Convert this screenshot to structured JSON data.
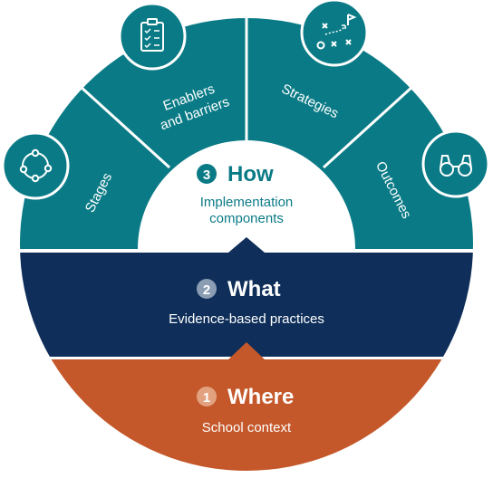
{
  "colors": {
    "how": "#0a7b86",
    "what": "#0f2f5a",
    "where": "#c4582a",
    "white": "#ffffff",
    "how_sub": "#0a7b86"
  },
  "layers": {
    "how": {
      "number": "3",
      "title": "How",
      "subtitle_line1": "Implementation",
      "subtitle_line2": "components"
    },
    "what": {
      "number": "2",
      "title": "What",
      "subtitle": "Evidence-based practices"
    },
    "where": {
      "number": "1",
      "title": "Where",
      "subtitle": "School context"
    }
  },
  "segments": [
    {
      "label": "Stages",
      "icon": "cycle-icon"
    },
    {
      "label_line1": "Enablers",
      "label_line2": "and barriers",
      "icon": "clipboard-checklist-icon"
    },
    {
      "label": "Strategies",
      "icon": "strategy-playbook-icon"
    },
    {
      "label": "Outcomes",
      "icon": "binoculars-icon"
    }
  ]
}
